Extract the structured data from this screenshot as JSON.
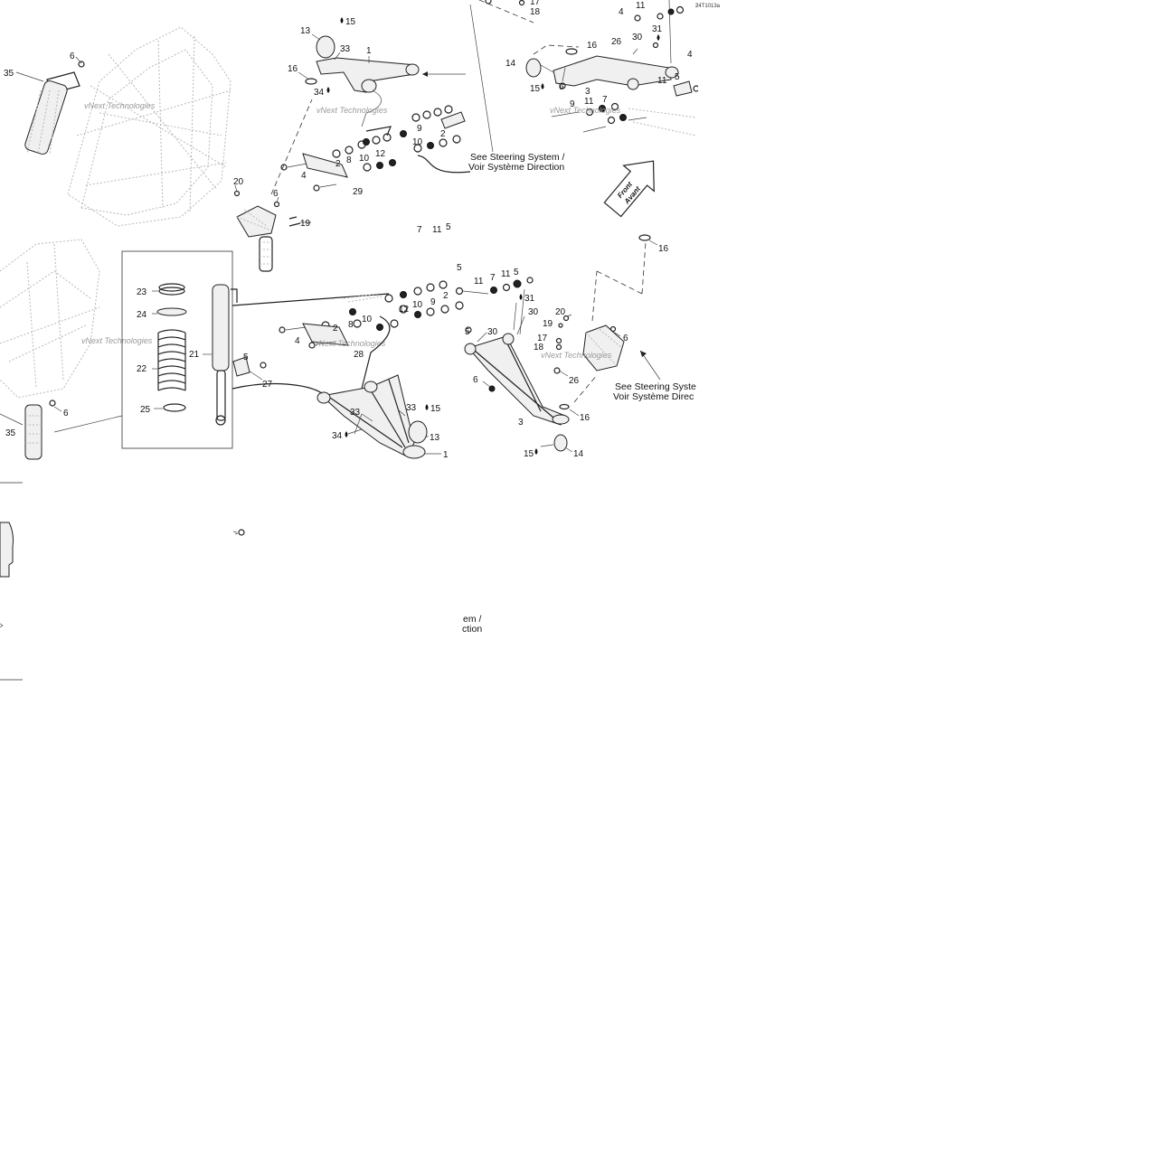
{
  "diagram": {
    "drawing_code": "24T1013a",
    "watermark": "vNext Technologies",
    "arrow": {
      "line1": "Front",
      "line2": "Avant"
    },
    "notes": {
      "steering_top_line1": "See Steering System /",
      "steering_top_line2": "Voir Système Direction",
      "steering_right_line1": "See Steering Syste",
      "steering_right_line2": "Voir Système Direc",
      "steering_cut_line1": "em /",
      "steering_cut_line2": "ction"
    },
    "callouts": {
      "c1a": "1",
      "c1b": "1",
      "c2a": "2",
      "c2b": "2",
      "c2c": "2",
      "c2d": "2",
      "c3a": "3",
      "c3b": "3",
      "c4a": "4",
      "c4b": "4",
      "c4c": "4",
      "c4d": "4",
      "c5a": "5",
      "c5b": "5",
      "c5c": "5",
      "c5d": "5",
      "c5e": "5",
      "c6a": "6",
      "c6b": "6",
      "c6c": "6",
      "c6d": "6",
      "c6e": "6",
      "c6f": "6",
      "c7a": "7",
      "c7b": "7",
      "c7c": "7",
      "c8a": "8",
      "c8b": "8",
      "c9a": "9",
      "c9b": "9",
      "c10a": "10",
      "c10b": "10",
      "c10c": "10",
      "c10d": "10",
      "c11a": "11",
      "c11b": "11",
      "c11c": "11",
      "c11d": "11",
      "c11e": "11",
      "c11f": "11",
      "c12a": "12",
      "c12b": "12",
      "c13a": "13",
      "c13b": "13",
      "c14a": "14",
      "c14b": "14",
      "c15a": "15",
      "c15b": "15",
      "c15c": "15",
      "c15d": "15",
      "c16a": "16",
      "c16b": "16",
      "c16c": "16",
      "c16d": "16",
      "c17a": "17",
      "c17b": "17",
      "c18a": "18",
      "c18b": "18",
      "c19a": "19",
      "c19b": "19",
      "c20a": "20",
      "c20b": "20",
      "c21": "21",
      "c22": "22",
      "c23": "23",
      "c24": "24",
      "c25": "25",
      "c26a": "26",
      "c26b": "26",
      "c27": "27",
      "c28": "28",
      "c29": "29",
      "c30a": "30",
      "c30b": "30",
      "c30c": "30",
      "c31a": "31",
      "c31b": "31",
      "c33a": "33",
      "c33b": "33",
      "c33c": "33",
      "c34a": "34",
      "c34b": "34",
      "c35a": "35",
      "c35b": "35"
    }
  }
}
